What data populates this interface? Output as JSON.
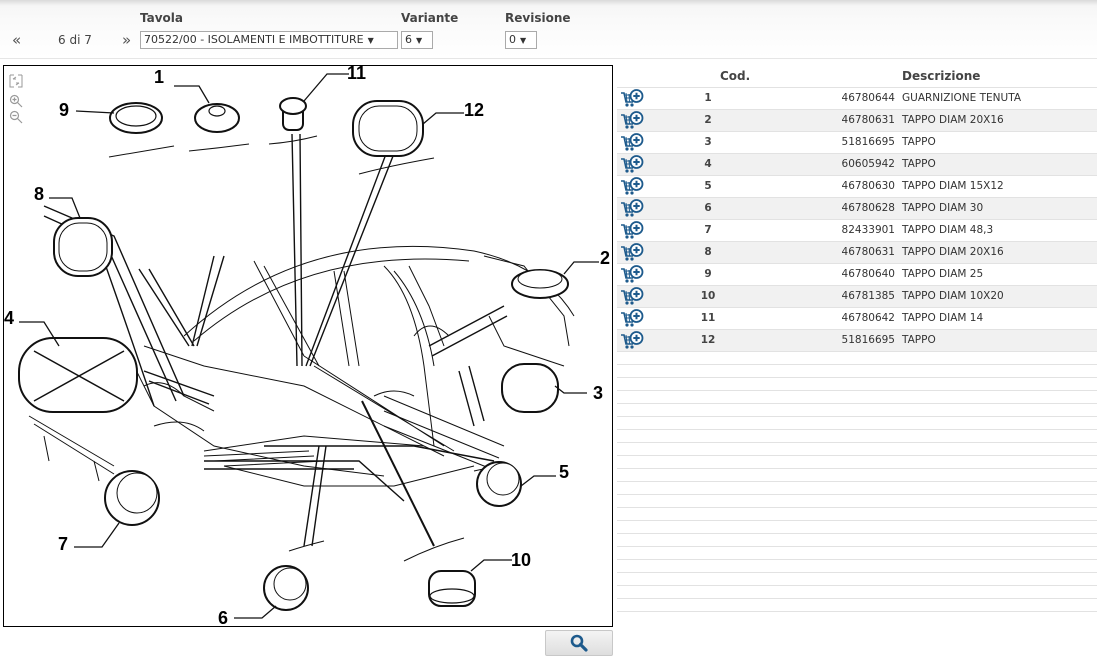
{
  "header": {
    "prev_icon": "double-chevron-left",
    "next_icon": "double-chevron-right",
    "page_info": "6 di 7",
    "tavola_label": "Tavola",
    "tavola_value": "70522/00 - ISOLAMENTI E IMBOTTITURE",
    "variante_label": "Variante",
    "variante_value": "6",
    "revisione_label": "Revisione",
    "revisione_value": "0",
    "dropdown_arrow": "▼"
  },
  "viewer": {
    "tools": [
      "fit-to-screen-icon",
      "zoom-in-icon",
      "zoom-out-icon"
    ],
    "callouts": [
      "1",
      "2",
      "3",
      "4",
      "5",
      "6",
      "7",
      "8",
      "9",
      "10",
      "11",
      "12"
    ]
  },
  "search_button": {
    "icon": "magnifier-icon"
  },
  "table": {
    "col_cod": "Cod.",
    "col_desc": "Descrizione",
    "rows": [
      {
        "num": "1",
        "code": "46780644",
        "desc": "GUARNIZIONE TENUTA"
      },
      {
        "num": "2",
        "code": "46780631",
        "desc": "TAPPO DIAM 20X16"
      },
      {
        "num": "3",
        "code": "51816695",
        "desc": "TAPPO"
      },
      {
        "num": "4",
        "code": "60605942",
        "desc": "TAPPO"
      },
      {
        "num": "5",
        "code": "46780630",
        "desc": "TAPPO DIAM 15X12"
      },
      {
        "num": "6",
        "code": "46780628",
        "desc": "TAPPO DIAM 30"
      },
      {
        "num": "7",
        "code": "82433901",
        "desc": "TAPPO DIAM 48,3"
      },
      {
        "num": "8",
        "code": "46780631",
        "desc": "TAPPO DIAM 20X16"
      },
      {
        "num": "9",
        "code": "46780640",
        "desc": "TAPPO DIAM 25"
      },
      {
        "num": "10",
        "code": "46781385",
        "desc": "TAPPO DIAM 10X20"
      },
      {
        "num": "11",
        "code": "46780642",
        "desc": "TAPPO DIAM 14"
      },
      {
        "num": "12",
        "code": "51816695",
        "desc": "TAPPO"
      }
    ]
  },
  "colors": {
    "cart_icon": "#1d5a8c",
    "row_alt": "#f1f1f1"
  }
}
